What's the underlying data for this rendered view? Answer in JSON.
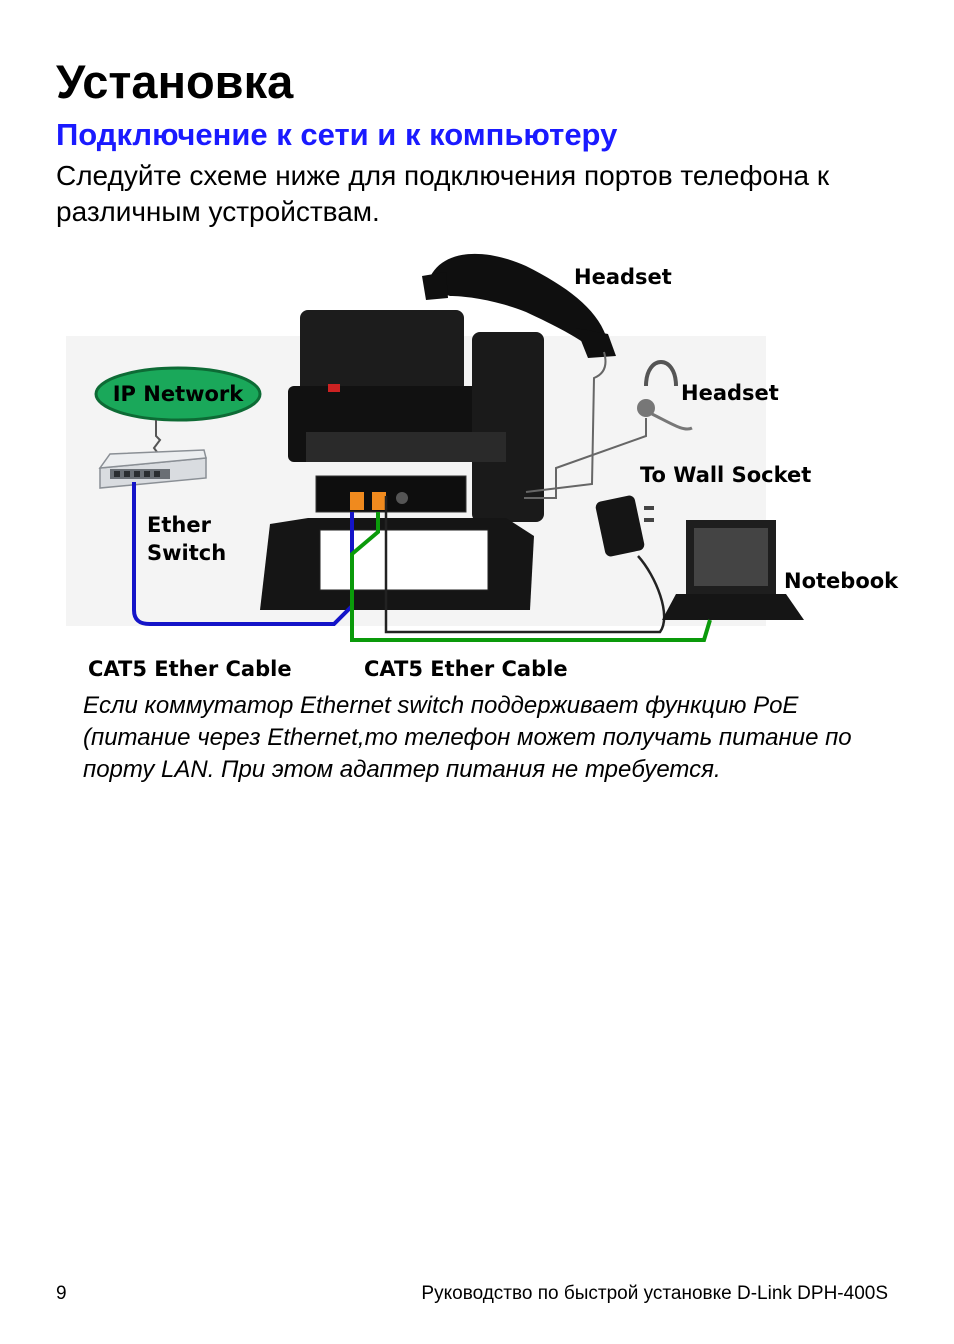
{
  "heading": "Установка",
  "subheading": "Подключение к сети и к компьютеру",
  "intro": "Следуйте схеме ниже для подключения портов телефона к различным устройствам.",
  "diagram": {
    "labels": {
      "headset_handset": "Headset",
      "headset_wired": "Headset",
      "ip_network": "IP Network",
      "ether_switch_line1": "Ether",
      "ether_switch_line2": "Switch",
      "wall_socket": "To Wall Socket",
      "notebook": "Notebook",
      "cable_left": "CAT5 Ether Cable",
      "cable_right": "CAT5 Ether Cable"
    },
    "colors": {
      "blue_cable": "#1414c8",
      "green_cable": "#0a9a0a",
      "ip_network_fill": "#1aa85a",
      "port_orange": "#f08a1e"
    }
  },
  "note": "Если коммутатор Ethernet switch поддерживает функцию PoE (питание через Ethernet,то телефон может получать питание по порту LAN. При этом адаптер питания не требуется.",
  "footer": {
    "page_number": "9",
    "doc_title": "Руководство по быстрой установке D-Link DPH-400S"
  }
}
